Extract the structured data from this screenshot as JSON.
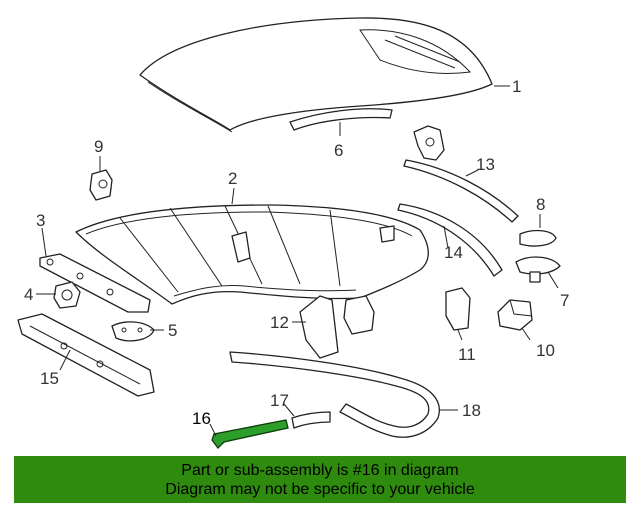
{
  "callouts": {
    "c1": "1",
    "c2": "2",
    "c3": "3",
    "c4": "4",
    "c5": "5",
    "c6": "6",
    "c7": "7",
    "c8": "8",
    "c9": "9",
    "c10": "10",
    "c11": "11",
    "c12": "12",
    "c13": "13",
    "c14": "14",
    "c15": "15",
    "c16": "16",
    "c17": "17",
    "c18": "18"
  },
  "highlighted_part": "16",
  "banner": {
    "line1": "Part or sub-assembly is #16 in diagram",
    "line2": "Diagram may not be specific to your vehicle",
    "color": "#2e8b0e"
  },
  "colors": {
    "highlight_part": "#2e9e2a",
    "line": "#222222"
  }
}
